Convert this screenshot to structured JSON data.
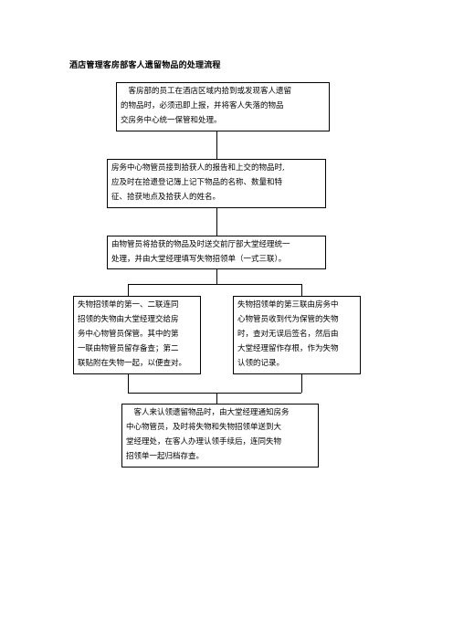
{
  "title": "酒店管理客房部客人遗留物品的处理流程",
  "steps": [
    {
      "lines": [
        "　客房部的员工在酒店区域内拾到或发现客人遗留",
        "的物品时，必须迅即上报，并将客人失落的物品",
        "交房务中心统一保管和处理。"
      ]
    },
    {
      "lines": [
        "房务中心物管员接到拾获人的报告和上交的物品时,",
        "应及时在拾遗登记簿上记下物品的名称、数量和特",
        "征、拾获地点及拾获人的姓名。"
      ]
    },
    {
      "lines": [
        "由物管员将拾获的物品及时送交前厅部大堂经理统一",
        "处理，并由大堂经理填写失物招领单（一式三联）。"
      ]
    },
    {
      "lines": [
        "失物招领单的第一、二联连同",
        "招领的失物由大堂经理交给房",
        "务中心物管员保管。其中的第",
        "一联由物管员留存备查；第二",
        "联贴附在失物一起，以便查对。"
      ]
    },
    {
      "lines": [
        "失物招领单的第三联由房务中",
        "心物管员收到代为保管的失物",
        "时，查对无误后签名，然后由",
        "大堂经理留作存根，作为失物",
        "认领的记录。"
      ]
    },
    {
      "lines": [
        "　客人来认领遗留物品时，由大堂经理通知房务",
        "中心物管员，及时将失物和失物招领单送到大",
        "堂经理处，在客人办理认领手续后，连同失物",
        "招领单一起归档存查。"
      ]
    }
  ]
}
